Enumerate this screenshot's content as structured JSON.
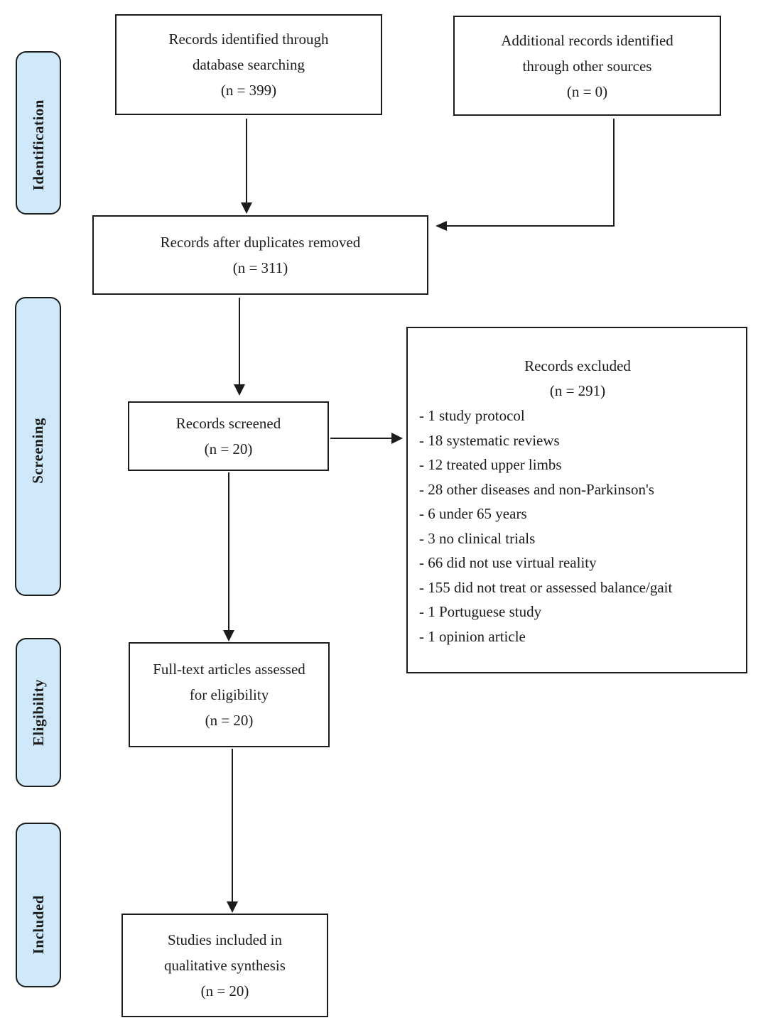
{
  "colors": {
    "stage_fill": "#cfe9fb",
    "stage_border": "#1c1c1c",
    "box_fill": "#ffffff",
    "box_border": "#1c1c1c",
    "text": "#1c1c1c",
    "arrow": "#1c1c1c",
    "background": "#ffffff"
  },
  "stages": [
    {
      "label": "Identification"
    },
    {
      "label": "Screening"
    },
    {
      "label": "Eligibility"
    },
    {
      "label": "Included"
    }
  ],
  "boxes": {
    "identified_db": {
      "line1": "Records identified through",
      "line2": "database searching",
      "count": "(n = 399)"
    },
    "identified_other": {
      "line1": "Additional records identified",
      "line2": "through other sources",
      "count": "(n = 0)"
    },
    "after_duplicates": {
      "line1": "Records after duplicates removed",
      "count": "(n = 311)"
    },
    "screened": {
      "line1": "Records screened",
      "count": "(n = 20)"
    },
    "excluded": {
      "title": "Records excluded",
      "count": "(n = 291)",
      "items": [
        "- 1 study protocol",
        "- 18 systematic reviews",
        "- 12 treated upper limbs",
        "- 28 other diseases and non-Parkinson's",
        "- 6 under 65 years",
        "- 3 no clinical trials",
        "- 66 did not use virtual reality",
        "- 155 did not treat or assessed balance/gait",
        "- 1 Portuguese study",
        "- 1 opinion article"
      ]
    },
    "fulltext": {
      "line1": "Full-text articles assessed",
      "line2": "for eligibility",
      "count": "(n = 20)"
    },
    "included_studies": {
      "line1": "Studies included in",
      "line2": "qualitative synthesis",
      "count": "(n = 20)"
    }
  }
}
